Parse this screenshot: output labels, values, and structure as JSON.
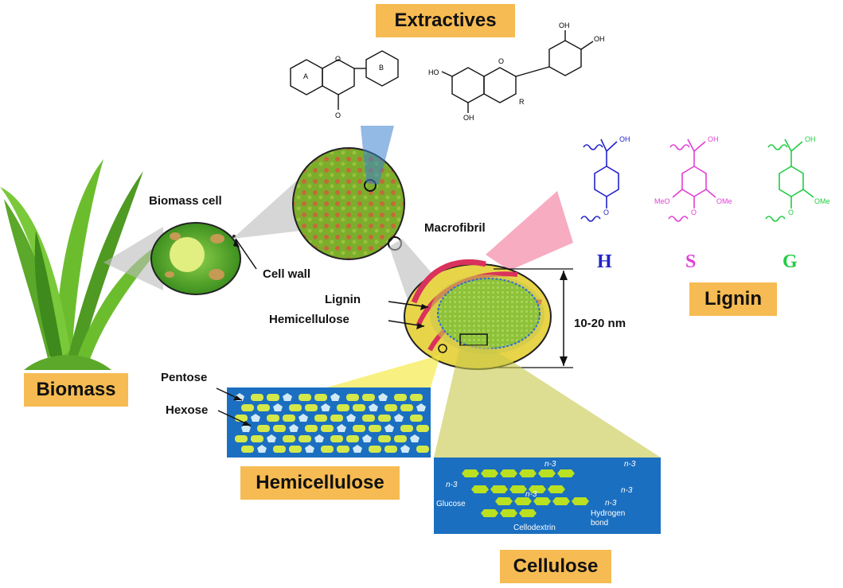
{
  "boxes": {
    "extractives": "Extractives",
    "biomass": "Biomass",
    "lignin": "Lignin",
    "hemicellulose": "Hemicellulose",
    "cellulose": "Cellulose"
  },
  "labels": {
    "biomass_cell": "Biomass cell",
    "cell_wall": "Cell wall",
    "macrofibril": "Macrofibril",
    "lignin": "Lignin",
    "hemicellulose": "Hemicellulose",
    "diameter": "10-20 nm",
    "pentose": "Pentose",
    "hexose": "Hexose"
  },
  "lignin_units": {
    "h": "H",
    "s": "S",
    "g": "G"
  },
  "chem_labels": {
    "ring_a": "A",
    "ring_b": "B",
    "oh": "OH",
    "ho": "HO",
    "r": "R",
    "o": "O",
    "meo": "MeO",
    "ome": "OMe"
  },
  "cellulose_panel": {
    "glucose": "Glucose",
    "cellodextrin": "Cellodextrin",
    "hydrogen": "Hydrogen",
    "bond": "bond",
    "n3": "n-3"
  },
  "colors": {
    "box": "#f6bb52",
    "h_unit": "#2222cc",
    "s_unit": "#e23fd6",
    "g_unit": "#22cc44",
    "panel_blue": "#1b6fc0"
  }
}
